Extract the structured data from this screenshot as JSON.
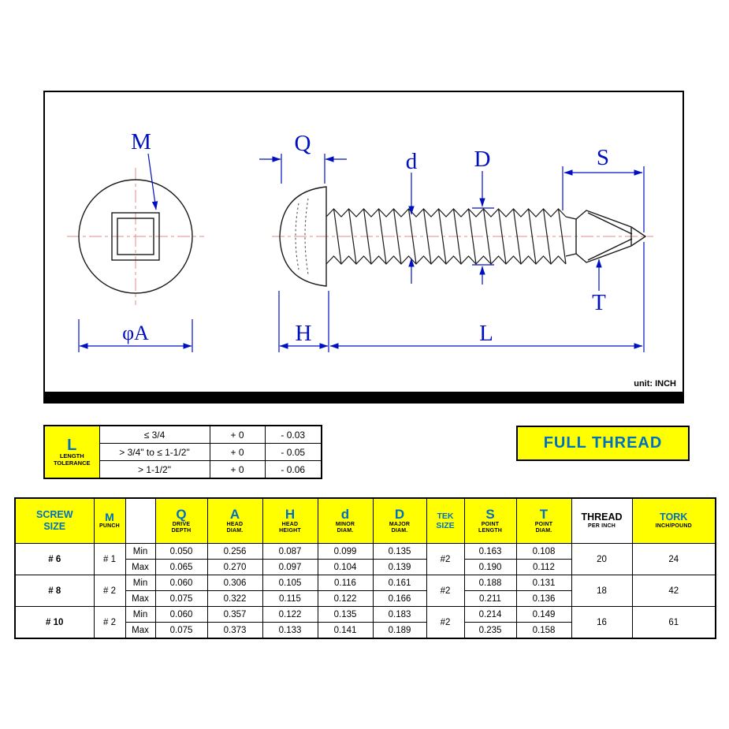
{
  "colors": {
    "yellow": "#FFFF00",
    "header_blue": "#0070C0",
    "dimension_blue": "#0010C0",
    "line_black": "#1A1A1A",
    "centerline_pink": "#E98A8A"
  },
  "drawing": {
    "unit_label": "unit: INCH",
    "labels": {
      "m": "M",
      "q": "Q",
      "minor_diam": "d",
      "major_diam": "D",
      "point_length": "S",
      "point_diam": "T",
      "head_height": "H",
      "length": "L",
      "head_diam": "φA"
    }
  },
  "tolerance": {
    "symbol": "L",
    "subtitle_1": "LENGTH",
    "subtitle_2": "TOLERANCE",
    "rows": [
      {
        "range": "≤ 3/4",
        "plus": "+ 0",
        "minus": "- 0.03"
      },
      {
        "range": "> 3/4\" to ≤ 1-1/2\"",
        "plus": "+ 0",
        "minus": "- 0.05"
      },
      {
        "range": "> 1-1/2\"",
        "plus": "+ 0",
        "minus": "- 0.06"
      }
    ]
  },
  "full_thread_label": "FULL THREAD",
  "spec": {
    "labels": {
      "min": "Min",
      "max": "Max"
    },
    "headers": {
      "screw_size_1": "SCREW",
      "screw_size_2": "SIZE",
      "m": "M",
      "m_sub": "PUNCH",
      "q": "Q",
      "q_sub_1": "DRIVE",
      "q_sub_2": "DEPTH",
      "a": "A",
      "a_sub_1": "HEAD",
      "a_sub_2": "DIAM.",
      "h": "H",
      "h_sub_1": "HEAD",
      "h_sub_2": "HEIGHT",
      "d_minor": "d",
      "d_minor_sub_1": "MINOR",
      "d_minor_sub_2": "DIAM.",
      "d_major": "D",
      "d_major_sub_1": "MAJOR",
      "d_major_sub_2": "DIAM.",
      "tek_1": "TEK",
      "tek_2": "SIZE",
      "s": "S",
      "s_sub_1": "POINT",
      "s_sub_2": "LENGTH",
      "t": "T",
      "t_sub_1": "POINT",
      "t_sub_2": "DIAM.",
      "thread": "THREAD",
      "thread_sub": "PER INCH",
      "tork": "TORK",
      "tork_sub": "INCH/POUND"
    },
    "rows": [
      {
        "size": "# 6",
        "punch": "# 1",
        "tek": "#2",
        "thread_per_inch": "20",
        "tork": "24",
        "min": {
          "q": "0.050",
          "a": "0.256",
          "h": "0.087",
          "d_minor": "0.099",
          "d_major": "0.135",
          "s": "0.163",
          "t": "0.108"
        },
        "max": {
          "q": "0.065",
          "a": "0.270",
          "h": "0.097",
          "d_minor": "0.104",
          "d_major": "0.139",
          "s": "0.190",
          "t": "0.112"
        }
      },
      {
        "size": "# 8",
        "punch": "# 2",
        "tek": "#2",
        "thread_per_inch": "18",
        "tork": "42",
        "min": {
          "q": "0.060",
          "a": "0.306",
          "h": "0.105",
          "d_minor": "0.116",
          "d_major": "0.161",
          "s": "0.188",
          "t": "0.131"
        },
        "max": {
          "q": "0.075",
          "a": "0.322",
          "h": "0.115",
          "d_minor": "0.122",
          "d_major": "0.166",
          "s": "0.211",
          "t": "0.136"
        }
      },
      {
        "size": "# 10",
        "punch": "# 2",
        "tek": "#2",
        "thread_per_inch": "16",
        "tork": "61",
        "min": {
          "q": "0.060",
          "a": "0.357",
          "h": "0.122",
          "d_minor": "0.135",
          "d_major": "0.183",
          "s": "0.214",
          "t": "0.149"
        },
        "max": {
          "q": "0.075",
          "a": "0.373",
          "h": "0.133",
          "d_minor": "0.141",
          "d_major": "0.189",
          "s": "0.235",
          "t": "0.158"
        }
      }
    ]
  }
}
